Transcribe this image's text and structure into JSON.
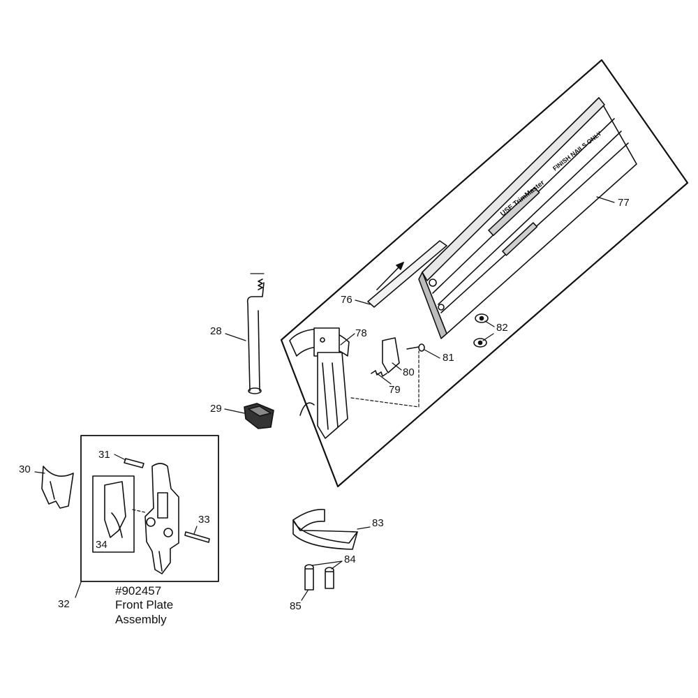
{
  "parts": {
    "p28": "28",
    "p29": "29",
    "p30": "30",
    "p31": "31",
    "p32": "32",
    "p33": "33",
    "p34": "34",
    "p76": "76",
    "p77": "77",
    "p78": "78",
    "p79": "79",
    "p80": "80",
    "p81": "81",
    "p82": "82",
    "p83": "83",
    "p84": "84",
    "p85": "85"
  },
  "assembly": {
    "part_number": "#902457",
    "name_line1": "Front Plate",
    "name_line2": "Assembly"
  },
  "magazine_text": {
    "brand": "USE TrimMaster",
    "warning": "FINISH NAILS ONLY"
  },
  "colors": {
    "ink": "#111111",
    "fill": "#ffffff",
    "shade": "#d9d9d9",
    "dark": "#555555"
  }
}
